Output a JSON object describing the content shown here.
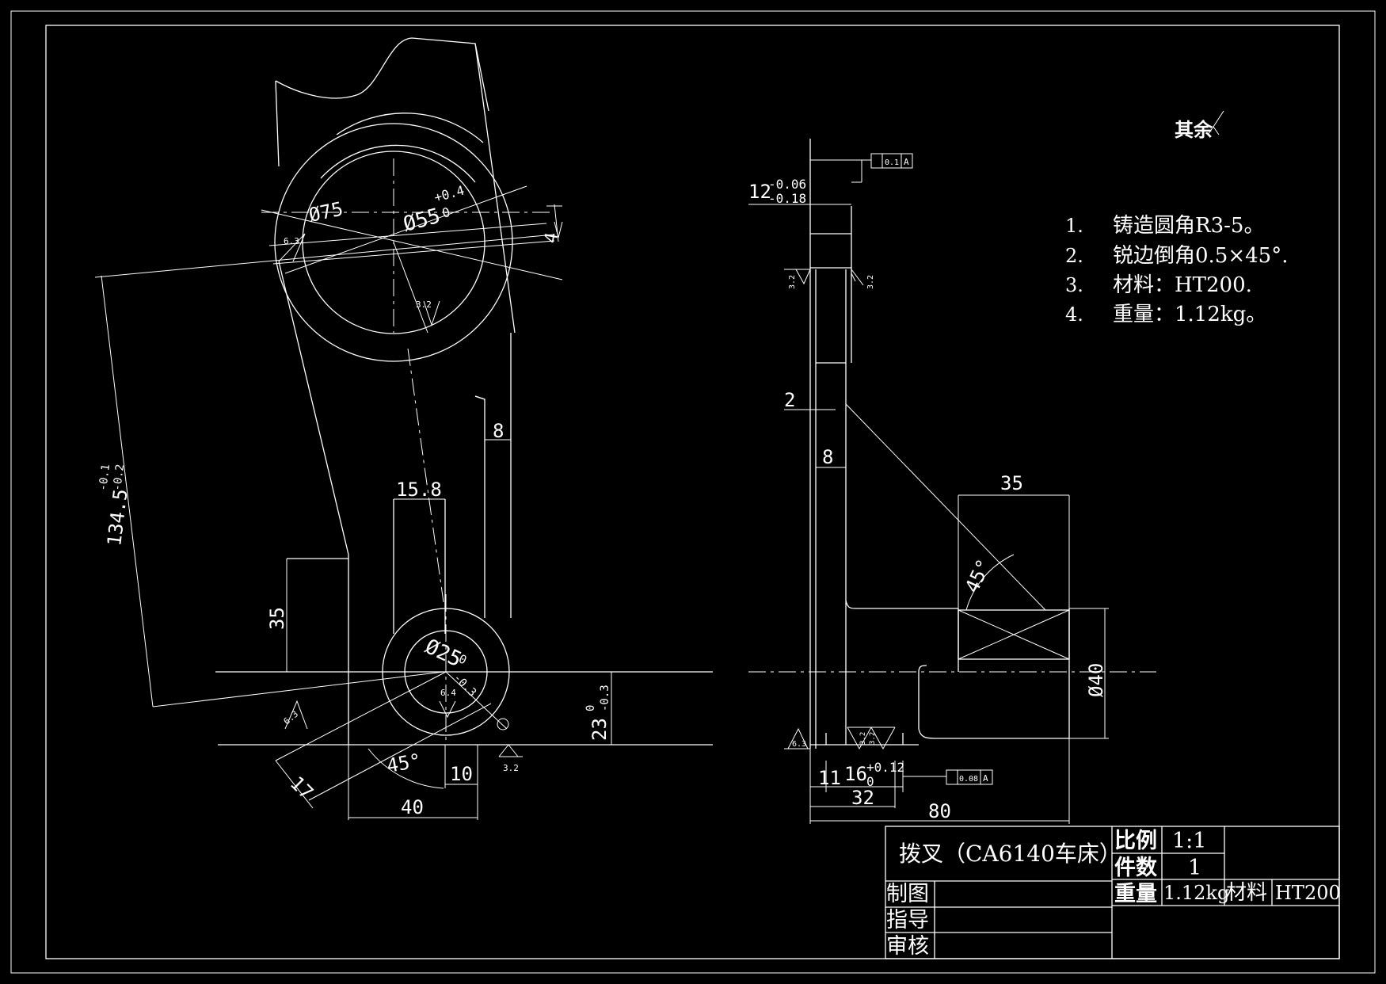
{
  "title_block": {
    "part_name": "拨叉（CA6140车床）",
    "scale_label": "比例",
    "scale_value": "1:1",
    "count_label": "件数",
    "count_value": "1",
    "weight_label": "重量",
    "weight_value": "1.12kg",
    "material_label": "材料",
    "material_value": "HT200",
    "drawn_label": "制图",
    "guide_label": "指导",
    "review_label": "审核"
  },
  "notes": {
    "header": "其余",
    "items": [
      {
        "num": "1.",
        "text": "铸造圆角R3-5。"
      },
      {
        "num": "2.",
        "text": "锐边倒角0.5×45°."
      },
      {
        "num": "3.",
        "text": "材料：HT200."
      },
      {
        "num": "4.",
        "text": "重量：1.12kg。"
      }
    ]
  },
  "front_view": {
    "dim_d75": "Ø75",
    "dim_d55": "Ø55",
    "dim_d55_tol_up": "+0.4",
    "dim_d55_tol_low": "0",
    "dim_4": "4",
    "rough_63_a": "6.3",
    "rough_32_a": "3.2",
    "dim_134": "134.5",
    "dim_134_tol_up": "-0.1",
    "dim_134_tol_low": "-0.2",
    "dim_8": "8",
    "dim_158": "15.8",
    "dim_35": "35",
    "dim_d25": "Ø25",
    "dim_d25_tol_up": "0",
    "dim_d25_tol_low": "-0.3",
    "rough_64": "6.4",
    "dim_23": "23",
    "dim_23_tol_up": "0",
    "dim_23_tol_low": "-0.3",
    "rough_63_b": "6.3",
    "dim_17": "17",
    "dim_45deg": "45°",
    "dim_10": "10",
    "dim_40": "40",
    "rough_32_b": "3.2"
  },
  "side_view": {
    "dim_12": "12",
    "dim_12_tol_up": "-0.06",
    "dim_12_tol_low": "-0.18",
    "gtol_top": "0.1",
    "gtol_top_ref": "A",
    "rough_32_left": "3.2",
    "rough_32_right": "3.2",
    "dim_2": "2",
    "dim_8": "8",
    "dim_35": "35",
    "dim_45deg": "45°",
    "dim_d40": "Ø40",
    "rough_63": "6.3",
    "rough_32_mid_a": "3.2",
    "rough_32_mid_b": "3.2",
    "dim_11": "11",
    "dim_16": "16",
    "dim_16_tol_up": "+0.12",
    "dim_16_tol_low": "0",
    "gtol_bottom": "0.08",
    "gtol_bottom_ref": "A",
    "dim_32": "32",
    "dim_80": "80"
  }
}
